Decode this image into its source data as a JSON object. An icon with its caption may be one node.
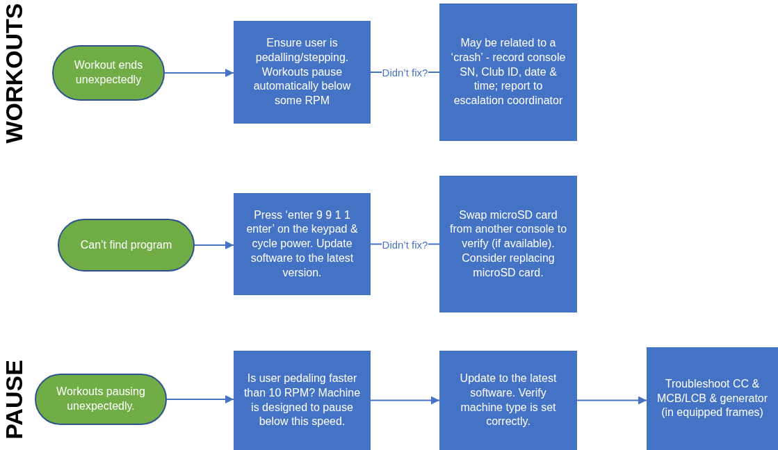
{
  "diagram": {
    "nodes": [
      {
        "text": [
          "Workout ends unexpectedly"
        ]
      },
      {
        "text": [
          "Ensure user is pedalling/stepping. Workouts pause automatically below some RPM"
        ]
      },
      {
        "text": [
          "May be related to a ‘crash’ - record console SN, Club ID, date & time; report to escalation coordinator"
        ]
      },
      {
        "text": [
          "Can’t find program"
        ]
      },
      {
        "text": [
          "Press ‘enter 9 9 1 1 enter’ on the keypad & cycle power. Update software to the latest version."
        ]
      },
      {
        "text": [
          "Swap microSD card from another console to verify (if available).  Consider replacing microSD card."
        ]
      },
      {
        "text": [
          "Workouts pausing unexpectedly."
        ]
      },
      {
        "text": [
          "Is user pedaling faster than 10 RPM? Machine is designed to pause below this speed."
        ]
      },
      {
        "text": [
          "Update to the latest software.  Verify machine type is set correctly."
        ]
      },
      {
        "text": [
          "Troubleshoot CC & MCB/LCB & generator (in equipped frames)"
        ]
      }
    ],
    "edges": [
      {
        "from": 0,
        "to": 1,
        "arrow": "to"
      },
      {
        "from": 1,
        "to": 2,
        "arrow": "none",
        "label": "Didn’t fix?"
      },
      {
        "from": 3,
        "to": 4,
        "arrow": "to"
      },
      {
        "from": 4,
        "to": 5,
        "arrow": "none",
        "label": "Didn’t fix?"
      },
      {
        "from": 6,
        "to": 7,
        "arrow": "to"
      },
      {
        "from": 7,
        "to": 8,
        "arrow": "to"
      },
      {
        "from": 8,
        "to": 9,
        "arrow": "to"
      }
    ],
    "labels": [
      "WORKOUTS",
      "PAUSE"
    ]
  }
}
